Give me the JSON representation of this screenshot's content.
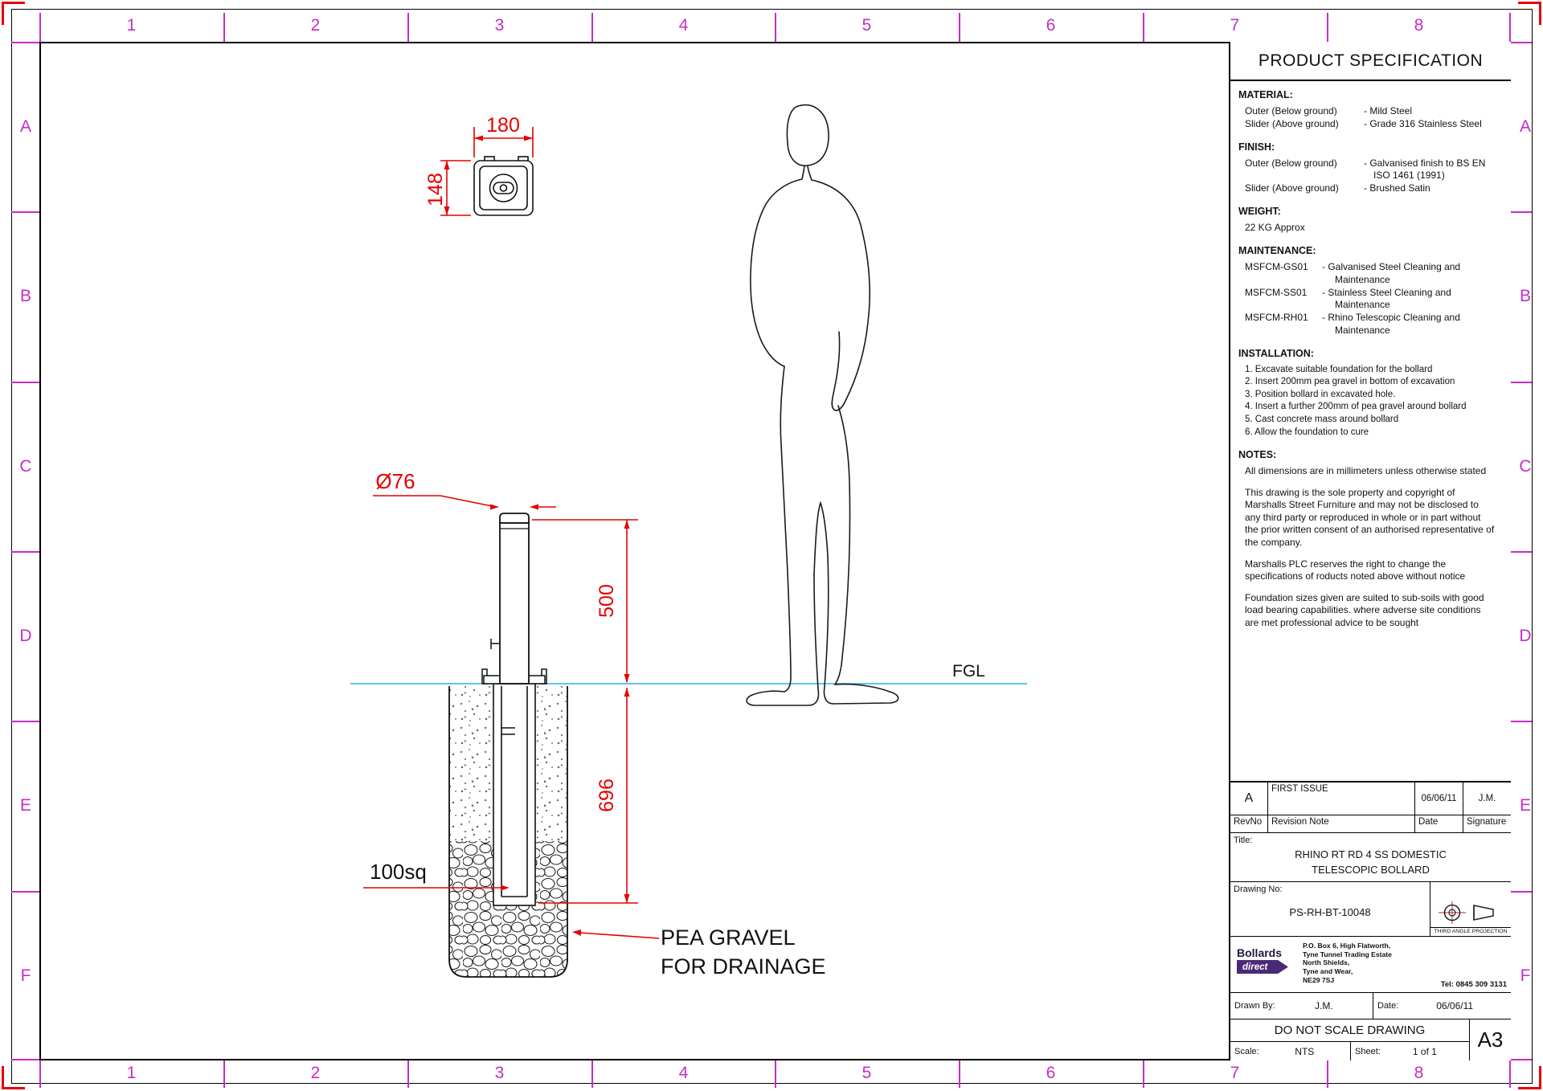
{
  "colors": {
    "dimension_red": "#e60000",
    "grid_magenta": "#c42ec4",
    "fgl_cyan": "#5ec6e6",
    "logo_purple": "#4a2a78"
  },
  "sheet": {
    "grid_cols": [
      "1",
      "2",
      "3",
      "4",
      "5",
      "6",
      "7",
      "8"
    ],
    "grid_rows": [
      "A",
      "B",
      "C",
      "D",
      "E",
      "F"
    ]
  },
  "drawing": {
    "top_view": {
      "width": "180",
      "height": "148"
    },
    "elevation": {
      "diameter": "Ø76",
      "above_ground": "500",
      "below_ground": "696",
      "base": "100sq",
      "ground_line": "FGL",
      "callout_line1": "PEA GRAVEL",
      "callout_line2": "FOR DRAINAGE"
    }
  },
  "spec": {
    "title": "PRODUCT SPECIFICATION",
    "material": {
      "heading": "MATERIAL:",
      "rows": [
        {
          "label": "Outer (Below ground)",
          "value": "- Mild Steel"
        },
        {
          "label": "Slider (Above ground)",
          "value": "- Grade 316 Stainless Steel"
        }
      ]
    },
    "finish": {
      "heading": "FINISH:",
      "rows": [
        {
          "label": "Outer (Below ground)",
          "value": "- Galvanised finish to BS EN",
          "value2": "ISO 1461 (1991)"
        },
        {
          "label": "Slider (Above ground)",
          "value": "- Brushed Satin"
        }
      ]
    },
    "weight": {
      "heading": "WEIGHT:",
      "value": "22 KG Approx"
    },
    "maintenance": {
      "heading": "MAINTENANCE:",
      "rows": [
        {
          "code": "MSFCM-GS01",
          "value": "- Galvanised Steel Cleaning and",
          "value2": "Maintenance"
        },
        {
          "code": "MSFCM-SS01",
          "value": "- Stainless Steel Cleaning and",
          "value2": "Maintenance"
        },
        {
          "code": "MSFCM-RH01",
          "value": "- Rhino Telescopic Cleaning and",
          "value2": "Maintenance"
        }
      ]
    },
    "installation": {
      "heading": "INSTALLATION:",
      "steps": [
        "1. Excavate suitable foundation for the bollard",
        "2. Insert 200mm pea gravel in bottom of excavation",
        "3. Position bollard in excavated hole.",
        "4. Insert a further 200mm of pea gravel around bollard",
        "5. Cast concrete mass around bollard",
        "6. Allow the foundation to cure"
      ]
    },
    "notes": {
      "heading": "NOTES:",
      "paragraphs": [
        "All dimensions are in millimeters unless otherwise stated",
        "This drawing is the sole property and copyright of Marshalls Street Furniture and may not be disclosed to any third party or reproduced in whole or in part without the prior written consent of an authorised representative of the company.",
        "Marshalls PLC reserves the right to change the specifications of roducts noted above without notice",
        "Foundation sizes given are suited to sub-soils with good load bearing capabilities. where adverse site conditions are met professional advice to be sought"
      ]
    }
  },
  "revision": {
    "header": {
      "rev": "RevNo",
      "note": "Revision Note",
      "date": "Date",
      "sig": "Signature"
    },
    "rows": [
      {
        "rev": "A",
        "note": "FIRST ISSUE",
        "date": "06/06/11",
        "sig": "J.M."
      }
    ]
  },
  "title_block": {
    "title_label": "Title:",
    "title_line1": "RHINO RT RD 4 SS DOMESTIC",
    "title_line2": "TELESCOPIC BOLLARD",
    "drawing_no_label": "Drawing No:",
    "drawing_no": "PS-RH-BT-10048",
    "projection_caption": "THIRD ANGLE PROJECTION",
    "logo_name": "Bollards",
    "logo_tagline": "direct",
    "address_lines": [
      "P.O. Box 6, High Flatworth,",
      "Tyne Tunnel Trading Estate",
      "North Shields,",
      "Tyne and Wear,",
      "NE29 7SJ"
    ],
    "tel": "Tel:  0845 309 3131",
    "drawn_by_label": "Drawn By:",
    "drawn_by": "J.M.",
    "date_label": "Date:",
    "date": "06/06/11",
    "no_scale": "DO NOT SCALE DRAWING",
    "paper": "A3",
    "scale_label": "Scale:",
    "scale": "NTS",
    "sheet_label": "Sheet:",
    "sheet": "1 of 1"
  }
}
